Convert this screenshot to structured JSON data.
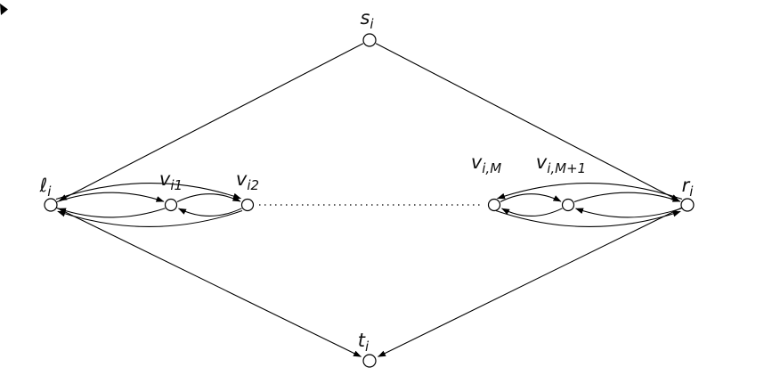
{
  "figure": {
    "description": "Directed graph gadget: source s_i and sink t_i connected through end nodes l_i and r_i, which are joined by a bidirectional chain of vertices v_i1, v_i2, ..., v_i,M, v_i,M+1 (middle elided with a dotted line).",
    "colors": {
      "stroke": "#000000",
      "node_fill": "#ffffff",
      "background": "#ffffff"
    }
  },
  "nodes": {
    "s": {
      "base": "s",
      "sub": "i"
    },
    "t": {
      "base": "t",
      "sub": "i"
    },
    "ell": {
      "base": "ℓ",
      "sub": "i"
    },
    "r": {
      "base": "r",
      "sub": "i"
    },
    "v1": {
      "base": "v",
      "sub": "i1"
    },
    "v2": {
      "base": "v",
      "sub": "i2"
    },
    "vM": {
      "base": "v",
      "sub": "i,M"
    },
    "vM1": {
      "base": "v",
      "sub": "i,M+1"
    }
  },
  "edges": [
    "s_i -> l_i",
    "s_i -> r_i",
    "l_i -> t_i",
    "r_i -> t_i",
    "l_i <-> v_i1 (curved pair)",
    "v_i1 <-> v_i2 (curved pair)",
    "l_i <-> v_i2 (long curved pair)",
    "v_i2 ... v_i,M (dotted ellipsis)",
    "v_i,M <-> v_i,M+1 (curved pair)",
    "v_i,M+1 <-> r_i (curved pair)",
    "v_i,M <-> r_i (long curved pair)"
  ]
}
